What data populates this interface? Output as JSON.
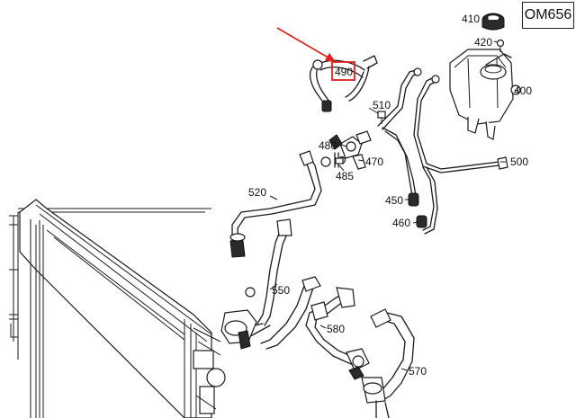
{
  "engine_code": "OM656",
  "highlight_color": "#e02020",
  "labels": {
    "p410": "410",
    "p420": "420",
    "p400": "400",
    "p490": "490",
    "p510": "510",
    "p480": "480",
    "p470": "470",
    "p485": "485",
    "p500": "500",
    "p520": "520",
    "p450": "450",
    "p460": "460",
    "p550": "550",
    "p580": "580",
    "p570": "570"
  }
}
